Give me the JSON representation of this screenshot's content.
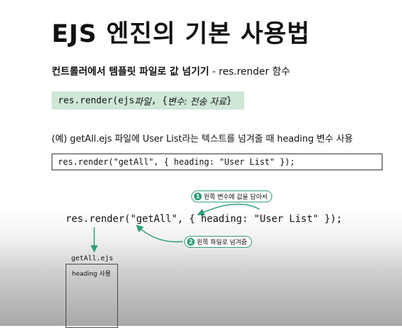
{
  "slide": {
    "title": "EJS 엔진의 기본 사용법",
    "subtitle_bold": "컨트롤러에서 템플릿 파일로 값 넘기기",
    "subtitle_rest": " - res.render 함수",
    "syntax": {
      "prefix": "res.render(ejs ",
      "arg1": "파일",
      "middle": ", {",
      "arg2": "변수: 전송 자료",
      "suffix": "}"
    },
    "example_text": "(예) getAll.ejs 파일에 User List라는 텍스트를 넘겨줄 때 heading 변수 사용",
    "code_line": "res.render(\"getAll\", { heading: \"User List\" });",
    "diagram": {
      "code_line": "res.render(\"getAll\", { heading: \"User List\" });",
      "callout_1_num": "1",
      "callout_1_text": "왼쪽 변수에 값을 담아서",
      "callout_2_num": "2",
      "callout_2_text": "왼쪽 파일로 넘겨줌",
      "file_label": "getAll.ejs",
      "file_content": "heading 사용"
    }
  },
  "colors": {
    "accent_green": "#2e9e78",
    "syntax_bg": "#cfe7d7"
  }
}
